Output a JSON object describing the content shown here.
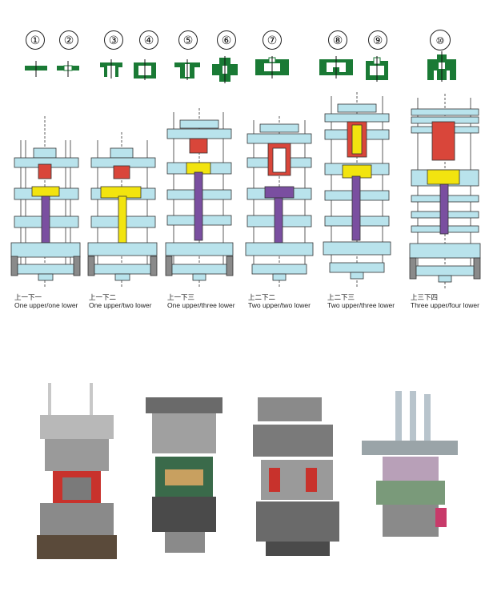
{
  "numbers": [
    "①",
    "②",
    "③",
    "④",
    "⑤",
    "⑥",
    "⑦",
    "⑧",
    "⑨",
    "⑩"
  ],
  "captions": [
    {
      "cn": "上一下一",
      "en": "One upper/one lower"
    },
    {
      "cn": "上一下二",
      "en": "One upper/two lower"
    },
    {
      "cn": "上一下三",
      "en": "One upper/three lower"
    },
    {
      "cn": "上二下二",
      "en": "Two upper/two lower"
    },
    {
      "cn": "上二下三",
      "en": "Two upper/three lower"
    },
    {
      "cn": "上三下四",
      "en": "Three upper/four lower"
    }
  ],
  "colors": {
    "mold": "#1a7a35",
    "plate": "#b9e3ec",
    "outline": "#333333",
    "red": "#d9463a",
    "yellow": "#f2e40f",
    "purple": "#7a4fa0",
    "foot": "#8a8a8a"
  },
  "photos": [
    "machine-photo",
    "machine-photo",
    "machine-photo",
    "machine-photo"
  ]
}
